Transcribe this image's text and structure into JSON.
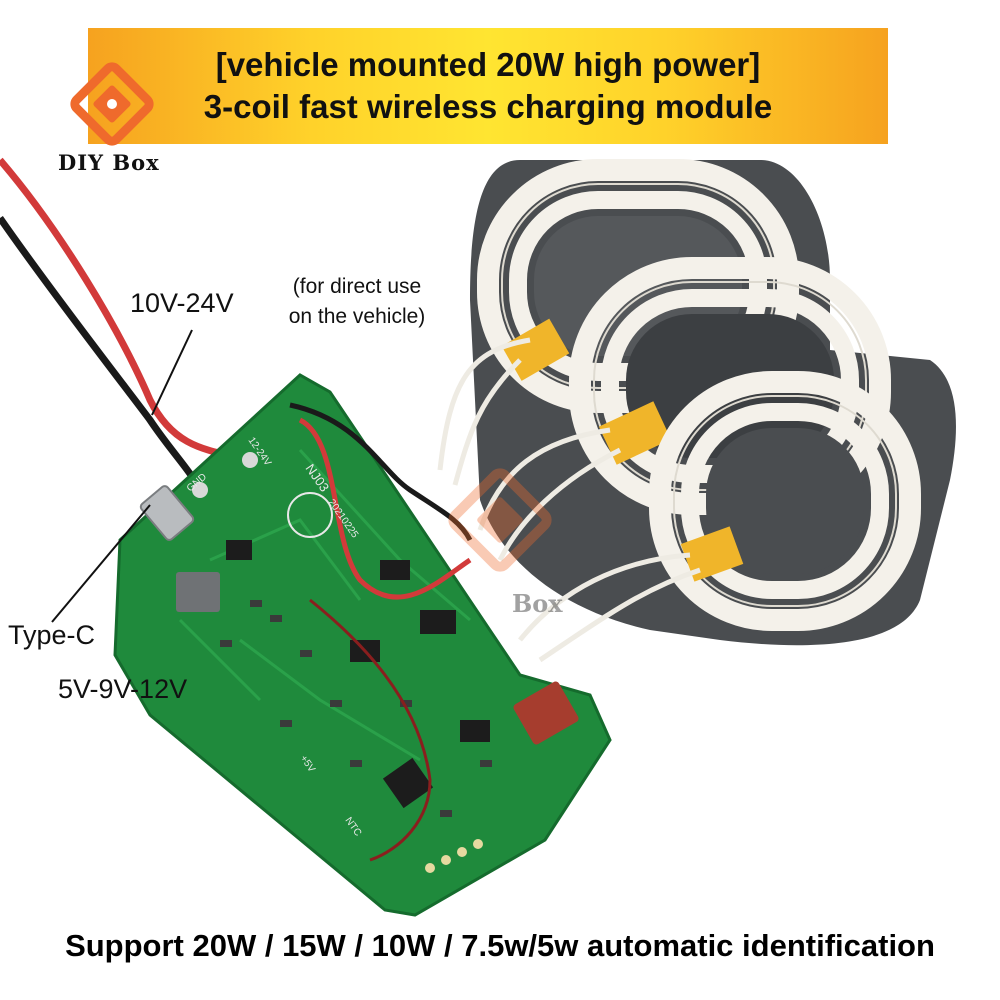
{
  "title": {
    "line1": "[vehicle mounted 20W high power]",
    "line2": "3-coil fast wireless charging module"
  },
  "brand": {
    "name": "DIY Box",
    "watermark": "Box"
  },
  "labels": {
    "input_voltage": "10V-24V",
    "vehicle_note_line1": "(for direct use",
    "vehicle_note_line2": "on the vehicle)",
    "port_type": "Type-C",
    "port_voltage": "5V-9V-12V"
  },
  "pcb_silk": {
    "gnd": "GND",
    "board_id": "NJ03",
    "date": "20210225",
    "vin": "12-24V",
    "ntc": "NTC",
    "plus5v": "+5V"
  },
  "footer": "Support 20W / 15W / 10W / 7.5w/5w automatic identification",
  "colors": {
    "banner_orange": "#f6a21f",
    "banner_yellow": "#ffe531",
    "pcb_green": "#1f8a3c",
    "coil_wire": "#f4f1ea",
    "coil_backing": "#4a4d50",
    "tape_yellow": "#f0b52a",
    "logo_orange": "#ef6a2c"
  }
}
